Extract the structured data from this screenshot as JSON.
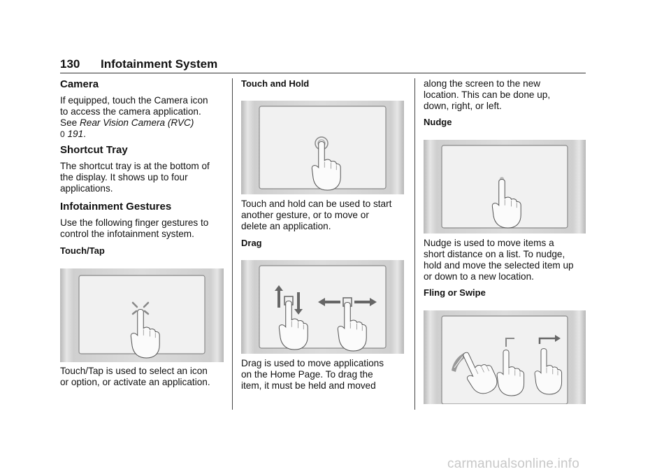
{
  "header": {
    "page_number": "130",
    "title": "Infotainment System"
  },
  "col1": {
    "camera": {
      "heading": "Camera",
      "line1": "If equipped, touch the Camera icon",
      "line2": "to access the camera application.",
      "see": "See ",
      "ref_title": "Rear Vision Camera (RVC)",
      "ref_glyph": "0",
      "ref_page": " 191",
      "ref_end": "."
    },
    "shortcut": {
      "heading": "Shortcut Tray",
      "line1": "The shortcut tray is at the bottom of",
      "line2": "the display. It shows up to four",
      "line3": "applications."
    },
    "gestures": {
      "heading": "Infotainment Gestures",
      "line1": "Use the following finger gestures to",
      "line2": "control the infotainment system."
    },
    "touch_tap": {
      "heading": "Touch/Tap",
      "line1": "Touch/Tap is used to select an icon",
      "line2": "or option, or activate an application."
    }
  },
  "col2": {
    "touch_hold": {
      "heading": "Touch and Hold",
      "line1": "Touch and hold can be used to start",
      "line2": "another gesture, or to move or",
      "line3": "delete an application."
    },
    "drag": {
      "heading": "Drag",
      "line1": "Drag is used to move applications",
      "line2": "on the Home Page. To drag the",
      "line3": "item, it must be held and moved"
    }
  },
  "col3": {
    "drag_cont": {
      "line1": "along the screen to the new",
      "line2": "location. This can be done up,",
      "line3": "down, right, or left."
    },
    "nudge": {
      "heading": "Nudge",
      "line1": "Nudge is used to move items a",
      "line2": "short distance on a list. To nudge,",
      "line3": "hold and move the selected item up",
      "line4": "or down to a new location."
    },
    "fling": {
      "heading": "Fling or Swipe"
    }
  },
  "watermark": {
    "text": "carmanualsonline.info"
  },
  "colors": {
    "rule": "#333333",
    "figure_bg": "#e2e2e2",
    "screen": "#f1f1f1",
    "watermark": "#c8c8c8"
  }
}
